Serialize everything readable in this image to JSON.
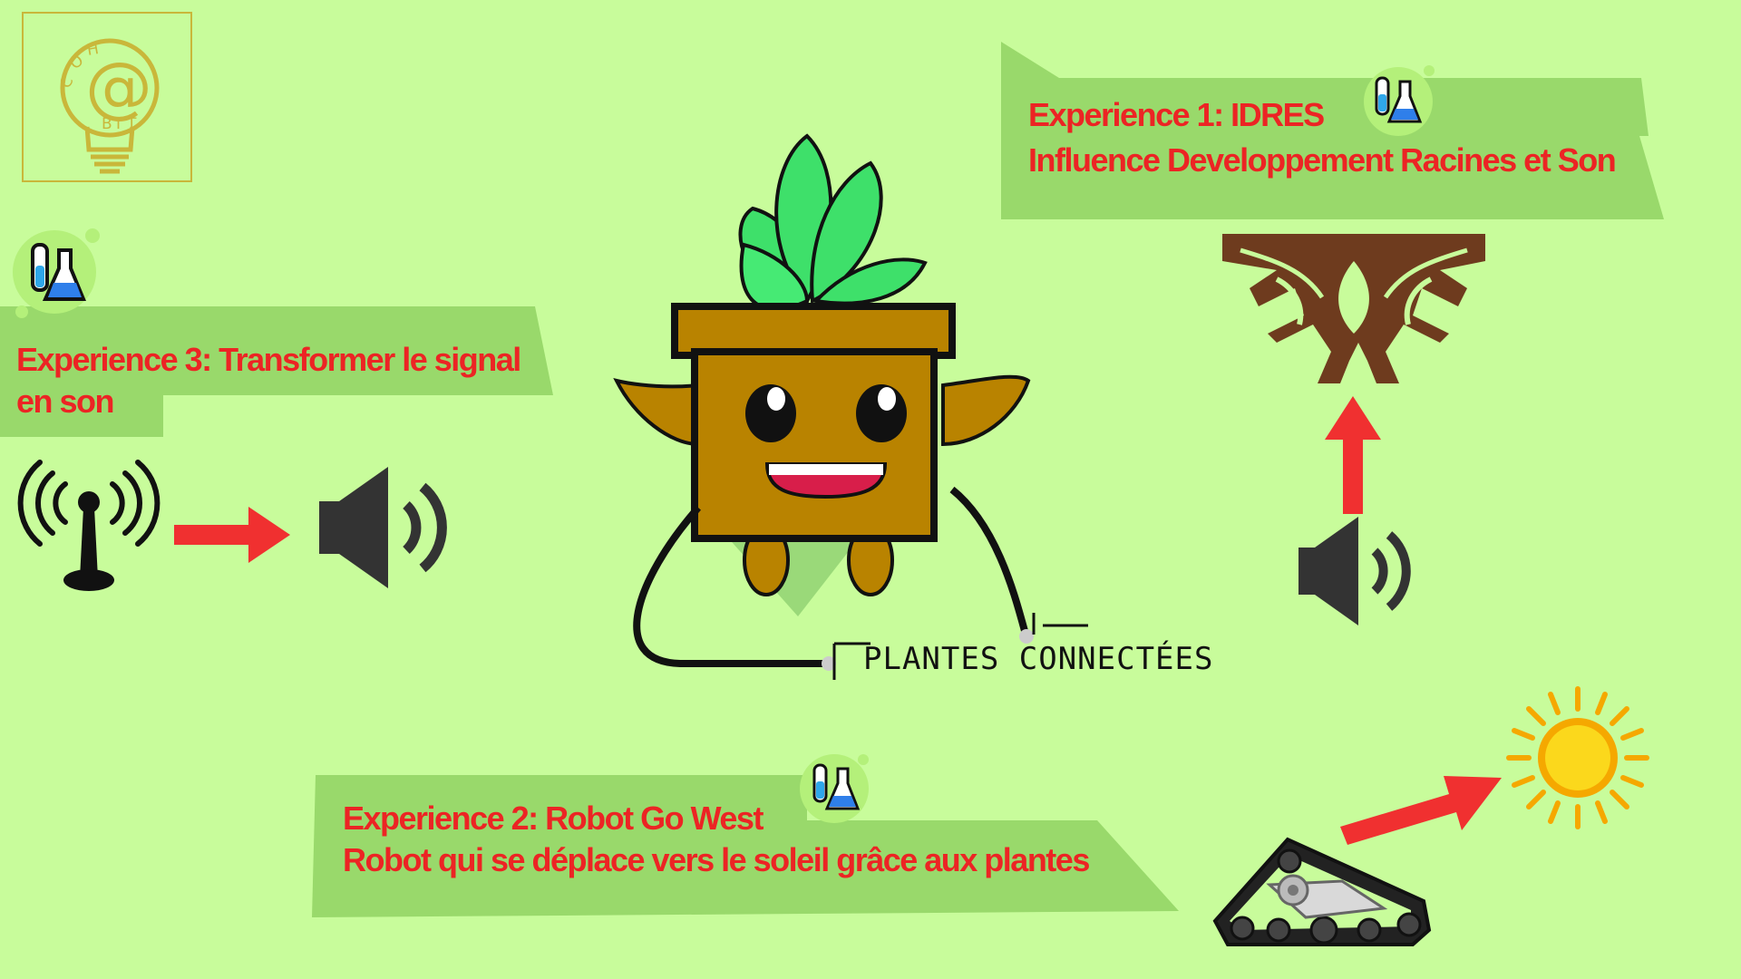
{
  "logo": {
    "letters": [
      "C",
      "O",
      "H",
      "B",
      "I",
      "T"
    ],
    "at_symbol": "@"
  },
  "brand": {
    "name": "PLANTES CONNECTÉES"
  },
  "experiences": [
    {
      "title": "Experience 1: IDRES",
      "subtitle": "Influence Developpement Racines et Son"
    },
    {
      "title": "Experience 2: Robot Go West",
      "subtitle": "Robot qui se déplace vers le soleil grâce aux plantes"
    },
    {
      "title": "Experience 3: Transformer le signal",
      "subtitle": "en son"
    }
  ],
  "icons": [
    "lab-flask-icon",
    "antenna-icon",
    "speaker-icon",
    "roots-icon",
    "sun-icon",
    "tracked-robot-icon",
    "plant-pot-mascot",
    "arrow-icon"
  ],
  "colors": {
    "background": "#c8fc9b",
    "banner": "#99d96b",
    "text": "#ec2424",
    "arrow": "#f03030",
    "pot": "#b98300",
    "leaves": "#3ee06a",
    "roots": "#6e3b1e",
    "sun": "#f7d000"
  }
}
